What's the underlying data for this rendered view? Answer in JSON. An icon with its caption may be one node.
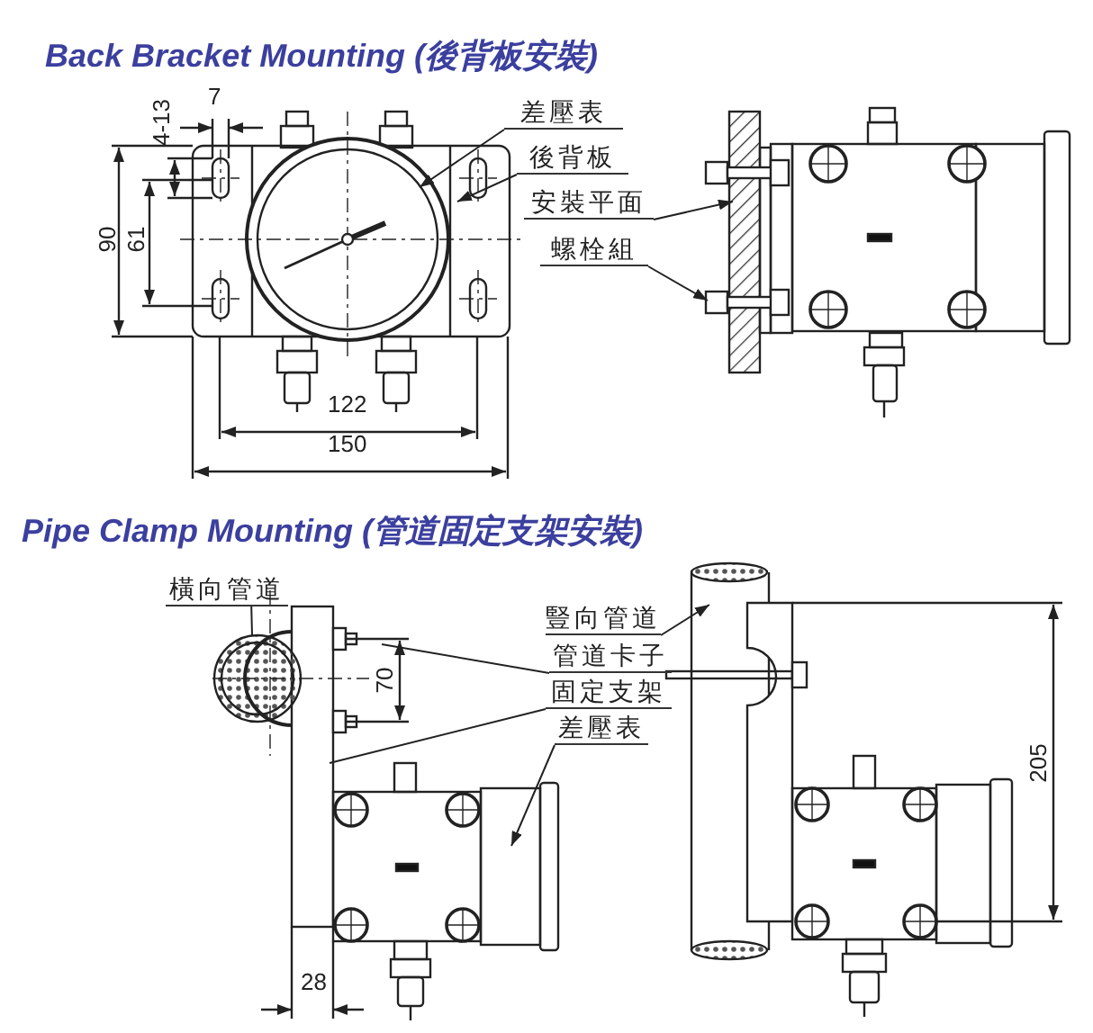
{
  "diagram": {
    "title": "Back Bracket Mounting (後背板安裝)",
    "nodes": [
      {
        "text": [
          "差壓表"
        ]
      },
      {
        "text": [
          "後背板"
        ]
      },
      {
        "text": [
          "安裝平面"
        ]
      },
      {
        "text": [
          "螺栓組"
        ]
      },
      {
        "text": [
          "橫向管道"
        ]
      },
      {
        "text": [
          "豎向管道"
        ]
      },
      {
        "text": [
          "管道卡子"
        ]
      },
      {
        "text": [
          "固定支架"
        ]
      },
      {
        "text": [
          "差壓表"
        ]
      }
    ],
    "edges": [
      {
        "from": 0,
        "to": null,
        "arrow": "to"
      },
      {
        "from": 1,
        "to": null,
        "arrow": "to"
      },
      {
        "from": 2,
        "to": null,
        "arrow": "to"
      },
      {
        "from": 3,
        "to": null,
        "arrow": "to"
      },
      {
        "from": 4,
        "to": null,
        "arrow": "none"
      },
      {
        "from": 5,
        "to": null,
        "arrow": "to"
      },
      {
        "from": 6,
        "to": null,
        "arrow": "none"
      },
      {
        "from": 7,
        "to": null,
        "arrow": "none"
      },
      {
        "from": 8,
        "to": null,
        "arrow": "to"
      }
    ],
    "labels": [
      "4-13",
      "7",
      "90",
      "61",
      "122",
      "150",
      "Pipe Clamp Mounting (管道固定支架安裝)",
      "70",
      "28",
      "205"
    ]
  }
}
